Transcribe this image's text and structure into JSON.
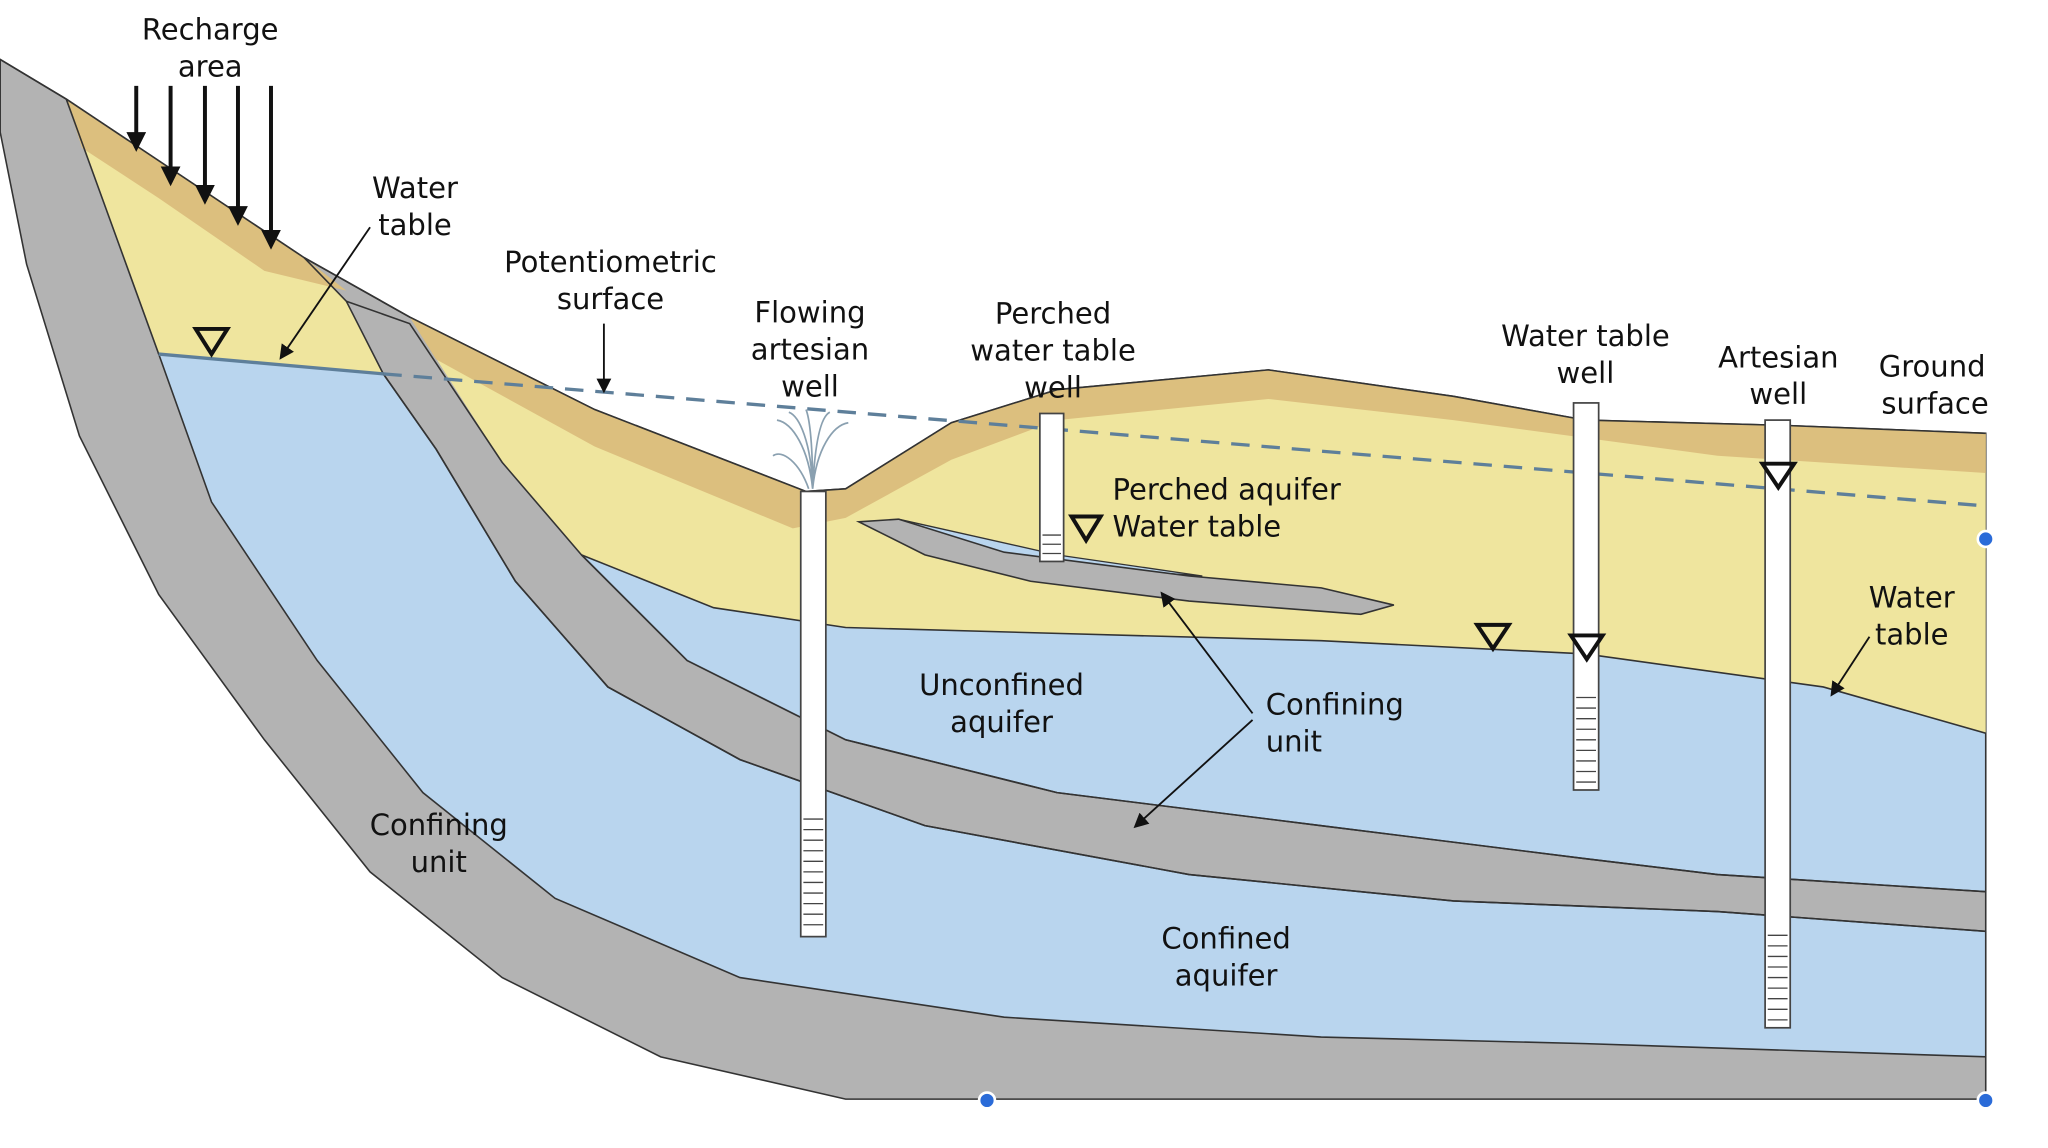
{
  "labels": {
    "recharge_area": [
      "Recharge",
      "area"
    ],
    "water_table_left": [
      "Water",
      "table"
    ],
    "potentiometric_surface": [
      "Potentiometric",
      "surface"
    ],
    "flowing_artesian_well": [
      "Flowing",
      "artesian",
      "well"
    ],
    "perched_water_table_well": [
      "Perched",
      "water table",
      "well"
    ],
    "water_table_well": [
      "Water table",
      "well"
    ],
    "artesian_well": [
      "Artesian",
      "well"
    ],
    "ground_surface": [
      "Ground",
      "surface"
    ],
    "perched_aquifer": "Perched aquifer",
    "perched_water_table": "Water table",
    "water_table_right": [
      "Water",
      "table"
    ],
    "unconfined_aquifer": [
      "Unconfined",
      "aquifer"
    ],
    "confining_unit_middle": [
      "Confining",
      "unit"
    ],
    "confining_unit_left": [
      "Confining",
      "unit"
    ],
    "confined_aquifer": [
      "Confined",
      "aquifer"
    ]
  },
  "colors": {
    "confining_unit": "#b3b3b3",
    "aquifer_water": "#b9d5ee",
    "unsaturated_zone": "#efe59e",
    "soil_top": "#dcbf7e",
    "potentiometric_line": "#5e7f9a",
    "selection_handle": "#2a6bd8"
  }
}
